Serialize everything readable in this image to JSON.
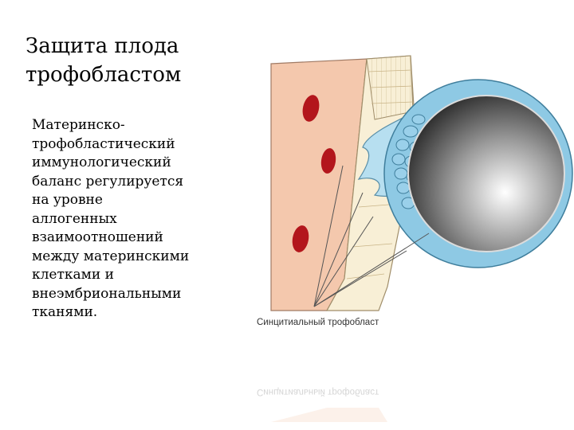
{
  "slide": {
    "title": "Защита плода\nтрофобластом",
    "body": "Материнско-\nтрофобластический\nиммунологический\nбаланс регулируется\nна уровне\nаллогенных\nвзаимоотношений\nмежду материнскими\nклетками и\nвнеэмбриональными\nтканями."
  },
  "figure": {
    "label": "Синцитиальный трофобласт",
    "colors": {
      "maternal_tissue": "#f4c8ad",
      "blood_cell": "#b3161c",
      "epithelium": "#f8efd6",
      "trophoblast_cells": "#8ec9e4",
      "inner_cell_mass": "#7fae4a",
      "cavity": "#2a2a2a"
    }
  }
}
